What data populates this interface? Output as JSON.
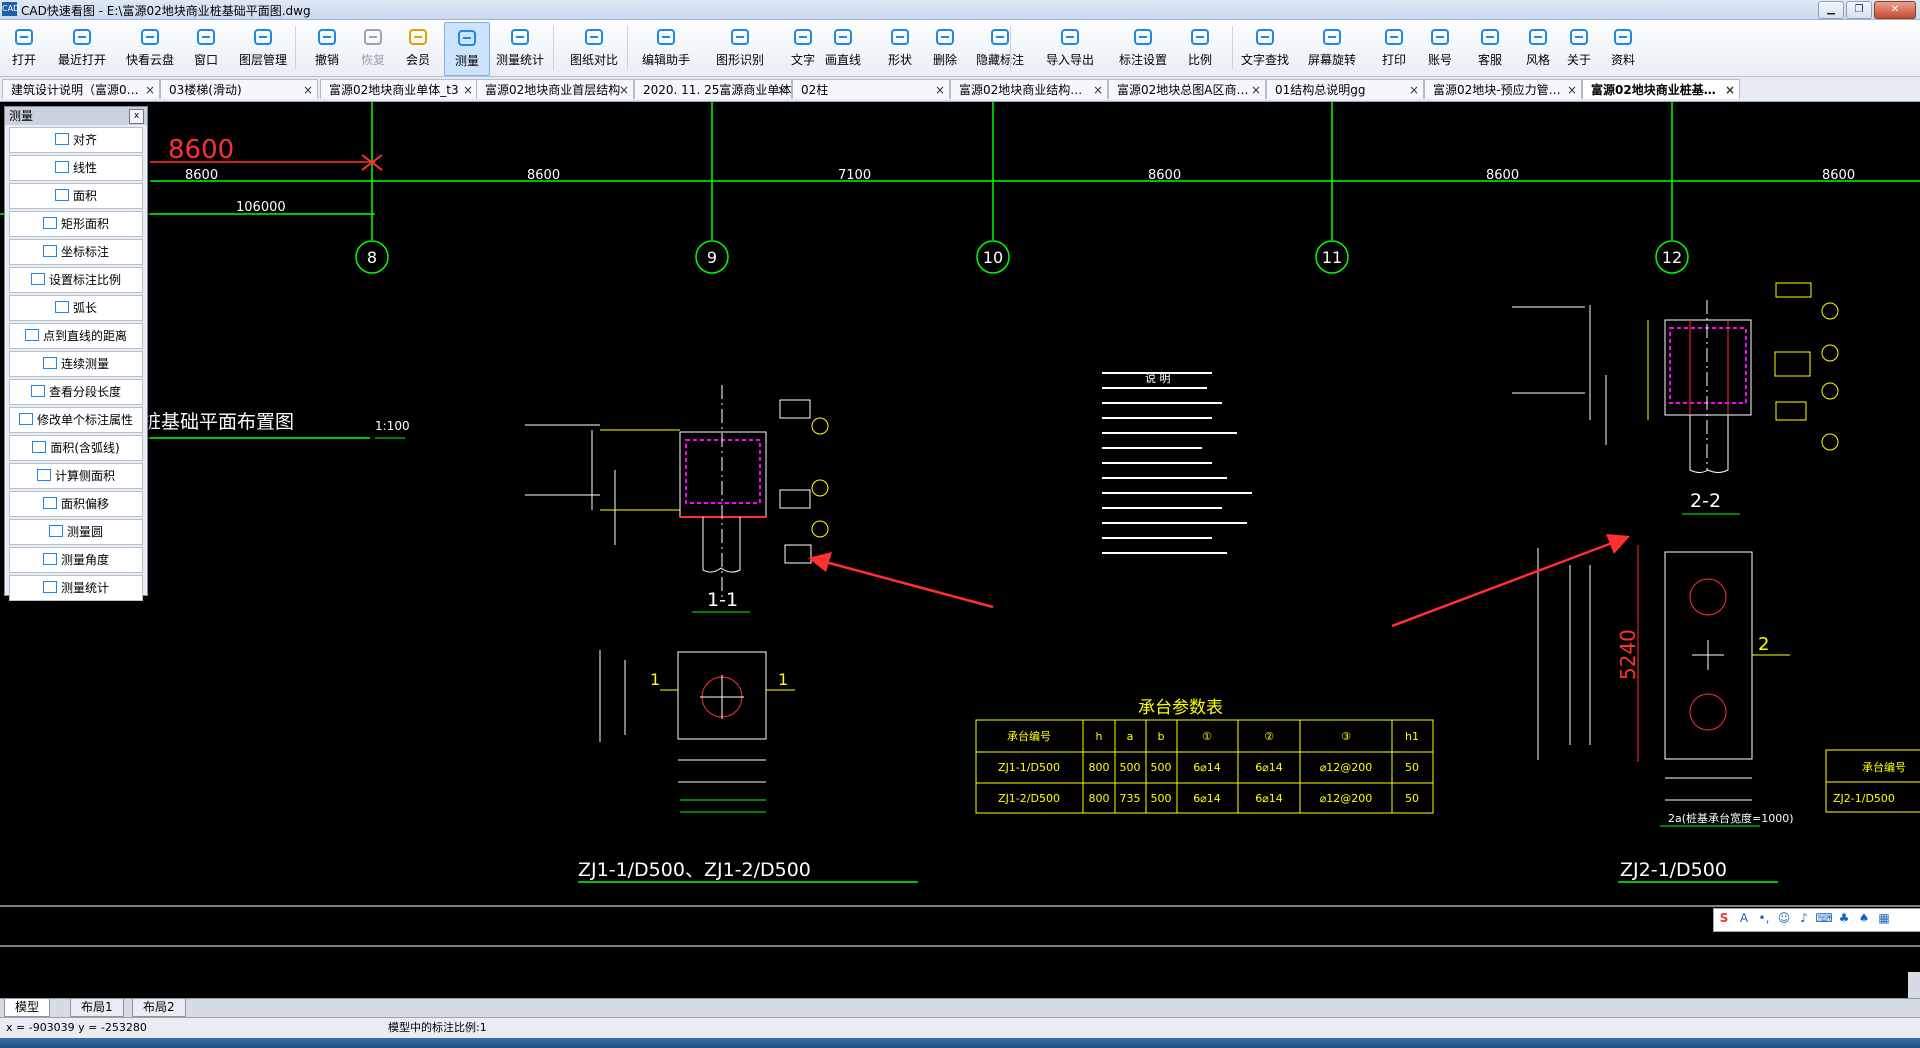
{
  "window": {
    "title": "CAD快速看图 - E:\\富源02地块商业桩基础平面图.dwg",
    "app_icon": "CAD"
  },
  "toolbar": [
    {
      "label": "打开",
      "icon": "folder-open-icon"
    },
    {
      "label": "最近打开",
      "icon": "clock-icon"
    },
    {
      "label": "快看云盘",
      "icon": "cloud-icon"
    },
    {
      "label": "窗口",
      "icon": "window-icon"
    },
    {
      "label": "图层管理",
      "icon": "layers-icon"
    },
    {
      "label": "撤销",
      "icon": "undo-icon"
    },
    {
      "label": "恢复",
      "icon": "redo-icon"
    },
    {
      "label": "会员",
      "icon": "vip-icon"
    },
    {
      "label": "测量",
      "icon": "ruler-icon"
    },
    {
      "label": "测量统计",
      "icon": "measure-stats-icon"
    },
    {
      "label": "图纸对比",
      "icon": "compare-icon"
    },
    {
      "label": "编辑助手",
      "icon": "edit-assistant-icon"
    },
    {
      "label": "图形识别",
      "icon": "shape-recognition-icon"
    },
    {
      "label": "文字",
      "icon": "text-icon"
    },
    {
      "label": "画直线",
      "icon": "line-icon"
    },
    {
      "label": "形状",
      "icon": "shape-icon"
    },
    {
      "label": "删除",
      "icon": "eraser-icon"
    },
    {
      "label": "隐藏标注",
      "icon": "hide-icon"
    },
    {
      "label": "导入导出",
      "icon": "import-export-icon"
    },
    {
      "label": "标注设置",
      "icon": "annotation-settings-icon"
    },
    {
      "label": "比例",
      "icon": "scale-icon"
    },
    {
      "label": "文字查找",
      "icon": "text-search-icon"
    },
    {
      "label": "屏幕旋转",
      "icon": "rotate-icon"
    },
    {
      "label": "打印",
      "icon": "printer-icon"
    },
    {
      "label": "账号",
      "icon": "user-icon"
    },
    {
      "label": "客服",
      "icon": "headset-icon"
    },
    {
      "label": "风格",
      "icon": "style-icon"
    },
    {
      "label": "关于",
      "icon": "info-icon"
    },
    {
      "label": "资料",
      "icon": "materials-icon"
    }
  ],
  "tabs": [
    "建筑设计说明（富源0…",
    "03楼梯(滑动)",
    "富源02地块商业单体_t3",
    "富源02地块商业首层结构",
    "2020. 11. 25富源商业单体",
    "02柱",
    "富源02地块商业结构…",
    "富源02地块总图A区商…",
    "01结构总说明gg",
    "富源02地块-预应力管…",
    "富源02地块商业桩基…"
  ],
  "measure_panel": {
    "title": "测量",
    "items": [
      "对齐",
      "线性",
      "面积",
      "矩形面积",
      "坐标标注",
      "设置标注比例",
      "弧长",
      "点到直线的距离",
      "连续测量",
      "查看分段长度",
      "修改单个标注属性",
      "面积(含弧线)",
      "计算侧面积",
      "面积偏移",
      "测量圆",
      "测量角度",
      "测量统计"
    ]
  },
  "drawing": {
    "top_dim_red": "8600",
    "dims": [
      "8600",
      "8600",
      "7100",
      "8600",
      "8600",
      "8600"
    ],
    "total_dim": "106000",
    "axes": [
      "8",
      "9",
      "10",
      "11",
      "12"
    ],
    "plan_title": "桩基础平面布置图",
    "plan_scale": "1:100",
    "section_1": "1-1",
    "section_2": "2-2",
    "zj1_label": "ZJ1-1/D500、ZJ1-2/D500",
    "zj2_label": "ZJ2-1/D500",
    "notes_title": "说 明",
    "dim_5240": "5240",
    "label_1": "1",
    "label_2": "2",
    "table": {
      "title": "承台参数表",
      "headers": [
        "承台编号",
        "h",
        "a",
        "b",
        "①",
        "②",
        "③",
        "h1"
      ],
      "rows": [
        [
          "ZJ1-1/D500",
          "800",
          "500",
          "500",
          "6⌀14",
          "6⌀14",
          "⌀12@200",
          "50"
        ],
        [
          "ZJ1-2/D500",
          "800",
          "735",
          "500",
          "6⌀14",
          "6⌀14",
          "⌀12@200",
          "50"
        ]
      ],
      "side_header": "承台编号",
      "side_row": "ZJ2-1/D500"
    },
    "zj2_note": "2a(桩基承台宽度=1000)"
  },
  "layout_tabs": [
    "模型",
    "布局1",
    "布局2"
  ],
  "status": {
    "coords": "x = -903039  y = -253280",
    "scale_text": "模型中的标注比例:1"
  },
  "colors": {
    "green": "#00ff00",
    "yellow": "#ffff00",
    "red": "#ff3030",
    "magenta": "#ff00ff",
    "white": "#ffffff"
  }
}
